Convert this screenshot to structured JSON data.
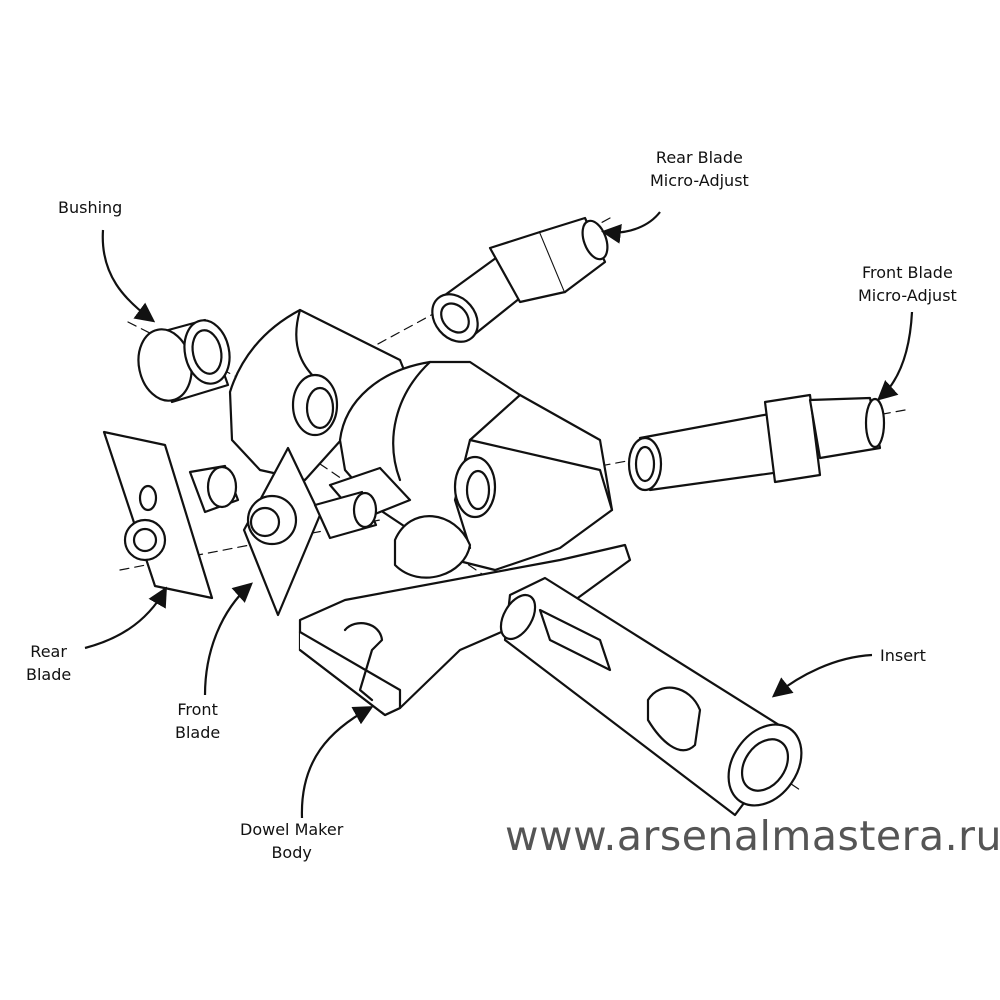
{
  "labels": {
    "bushing": "Bushing",
    "rear_blade_micro_adjust": [
      "Rear Blade",
      "Micro-Adjust"
    ],
    "front_blade_micro_adjust": [
      "Front Blade",
      "Micro-Adjust"
    ],
    "rear_blade": [
      "Rear",
      "Blade"
    ],
    "front_blade": [
      "Front",
      "Blade"
    ],
    "dowel_maker_body": [
      "Dowel Maker",
      "Body"
    ],
    "insert": "Insert"
  },
  "watermark": "www.arsenalmastera.ru",
  "colors": {
    "line": "#111111",
    "fill": "#ffffff",
    "watermark": "#555555"
  }
}
